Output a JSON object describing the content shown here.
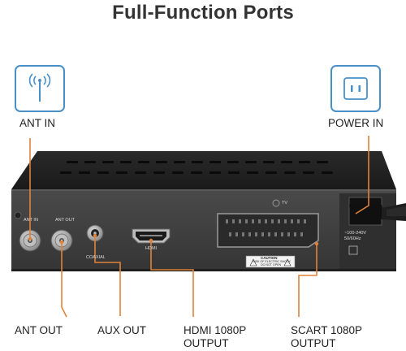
{
  "title": "Full-Function Ports",
  "icons": {
    "ant_in": "antenna-icon",
    "power_in": "power-socket-icon"
  },
  "labels": {
    "ant_in": "ANT IN",
    "power_in": "POWER IN",
    "ant_out": "ANT OUT",
    "aux_out": "AUX OUT",
    "hdmi_out_line1": "HDMI 1080P",
    "hdmi_out_line2": "OUTPUT",
    "scart_out_line1": "SCART 1080P",
    "scart_out_line2": "OUTPUT"
  },
  "device_text": {
    "ant_in": "ANT IN",
    "ant_out": "ANT OUT",
    "coaxial": "COAXIAL",
    "hdmi": "HDMI",
    "tv": "TV",
    "voltage_line1": "~100-240V",
    "voltage_line2": "50/60Hz",
    "caution_line1": "CAUTION",
    "caution_line2": "RISK OF ELECTRIC SHOCK",
    "caution_line3": "DO NOT OPEN"
  },
  "colors": {
    "accent": "#4a90c8",
    "callout": "#e0823a",
    "device": "#3c3c3c"
  }
}
